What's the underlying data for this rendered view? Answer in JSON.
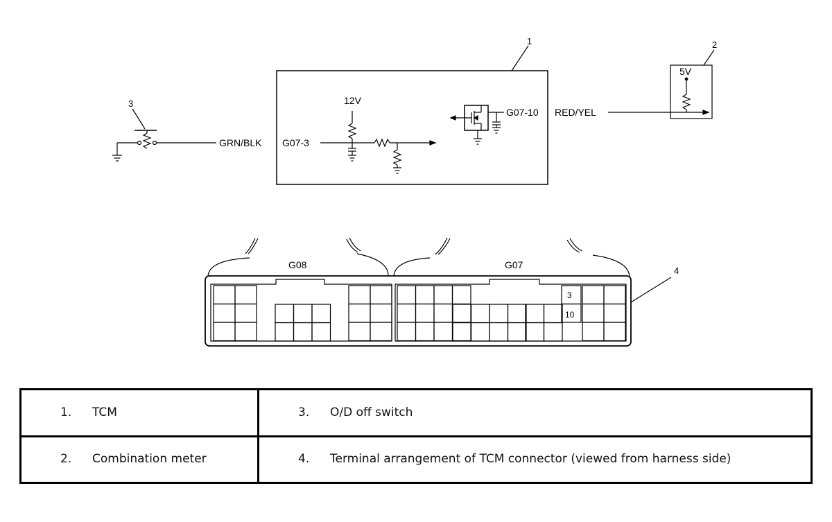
{
  "diagram": {
    "callouts": [
      "1",
      "2",
      "3",
      "4"
    ],
    "wires": {
      "left_color": "GRN/BLK",
      "left_pin": "G07-3",
      "right_pin": "G07-10",
      "right_color": "RED/YEL"
    },
    "supplies": {
      "tcm": "12V",
      "meter": "5V"
    },
    "connectors": {
      "left_name": "G08",
      "right_name": "G07",
      "pin_3": "3",
      "pin_10": "10"
    }
  },
  "legend": {
    "rows": [
      [
        {
          "number": "1.",
          "text": "TCM"
        },
        {
          "number": "3.",
          "text": "O/D off switch"
        }
      ],
      [
        {
          "number": "2.",
          "text": "Combination meter"
        },
        {
          "number": "4.",
          "text": "Terminal arrangement of TCM connector (viewed from harness side)"
        }
      ]
    ]
  }
}
